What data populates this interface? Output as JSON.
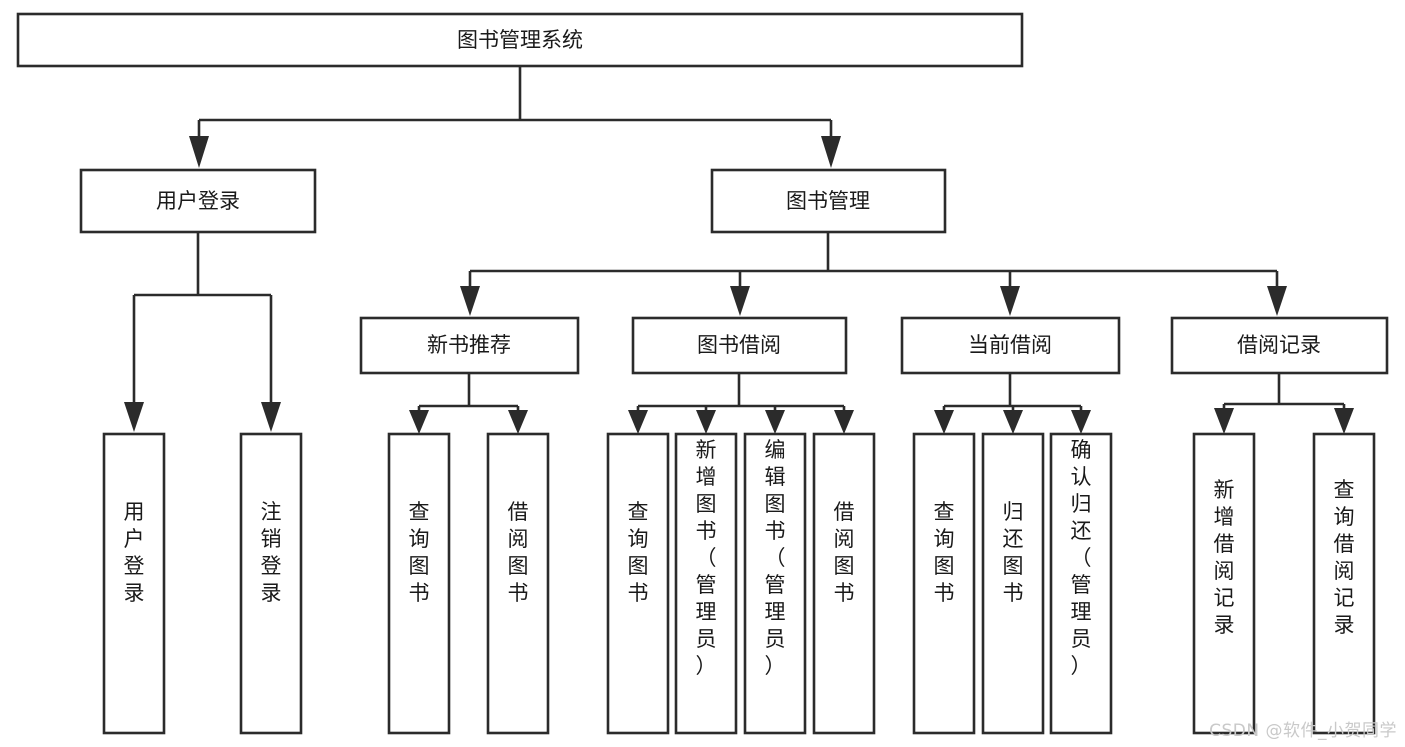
{
  "diagram": {
    "type": "tree-hierarchy",
    "title": "图书管理系统",
    "watermark": "CSDN @软件_小贺同学",
    "colors": {
      "stroke": "#2b2b2b",
      "fill": "#ffffff",
      "text": "#1a1a1a",
      "watermark": "#c9c9c9",
      "background": "#ffffff"
    },
    "levels": {
      "root": {
        "label": "图书管理系统"
      },
      "level2": [
        {
          "label": "用户登录"
        },
        {
          "label": "图书管理"
        }
      ],
      "level3": [
        {
          "label": "新书推荐"
        },
        {
          "label": "图书借阅"
        },
        {
          "label": "当前借阅"
        },
        {
          "label": "借阅记录"
        }
      ],
      "leaves": {
        "user_login": [
          {
            "label": "用户登录"
          },
          {
            "label": "注销登录"
          }
        ],
        "new_book_recommend": [
          {
            "label": "查询图书"
          },
          {
            "label": "借阅图书"
          }
        ],
        "book_borrow": [
          {
            "label": "查询图书"
          },
          {
            "label": "新增图书（管理员）"
          },
          {
            "label": "编辑图书（管理员）"
          },
          {
            "label": "借阅图书"
          }
        ],
        "current_borrow": [
          {
            "label": "查询图书"
          },
          {
            "label": "归还图书"
          },
          {
            "label": "确认归还（管理员）"
          }
        ],
        "borrow_record": [
          {
            "label": "新增借阅记录"
          },
          {
            "label": "查询借阅记录"
          }
        ]
      }
    }
  }
}
